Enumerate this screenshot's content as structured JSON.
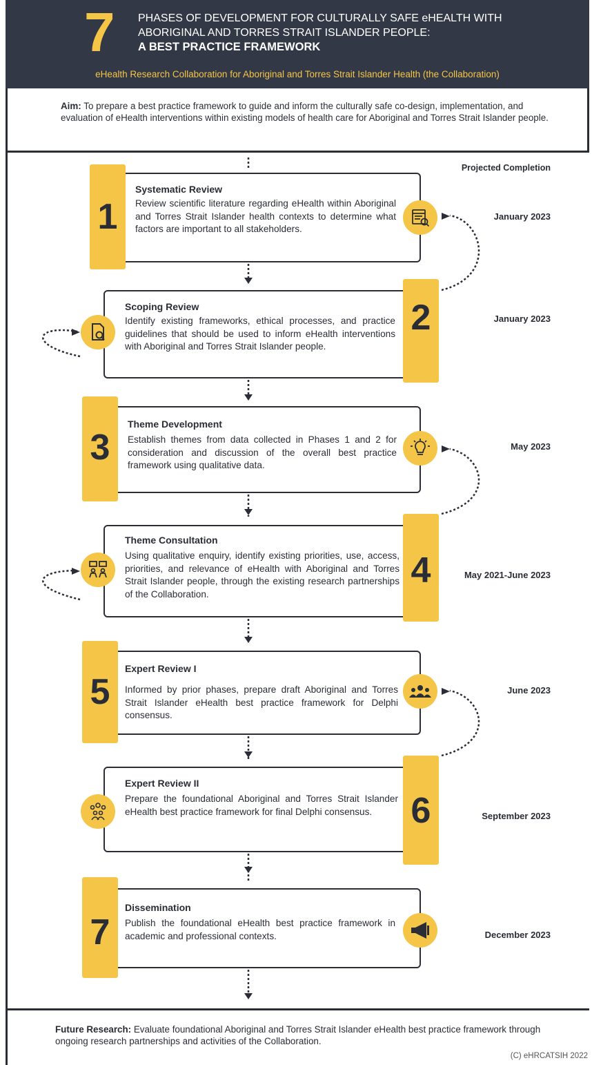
{
  "header": {
    "number": "7",
    "title_line1": "PHASES OF DEVELOPMENT FOR CULTURALLY SAFE eHEALTH WITH",
    "title_line2": "ABORIGINAL AND TORRES STRAIT ISLANDER PEOPLE:",
    "title_line3": "A BEST PRACTICE FRAMEWORK",
    "subtitle": "eHealth Research Collaboration for Aboriginal and Torres Strait Islander Health (the Collaboration)"
  },
  "aim": {
    "label": "Aim:",
    "text": " To prepare a best practice framework to guide and inform the culturally safe co-design, implementation, and evaluation of eHealth interventions within existing models of health care for Aboriginal and Torres Strait Islander people."
  },
  "projected_heading": "Projected Completion",
  "phases": [
    {
      "number": "1",
      "title": "Systematic Review",
      "description": "Review scientific literature regarding eHealth within Aboriginal and Torres Strait Islander health contexts to determine what factors are important to all stakeholders.",
      "date": "January 2023",
      "icon": "document-search-icon"
    },
    {
      "number": "2",
      "title": "Scoping Review",
      "description": "Identify existing frameworks, ethical processes, and practice guidelines that should be used to inform eHealth interventions with Aboriginal and Torres Strait Islander people.",
      "date": "January 2023",
      "icon": "file-search-icon"
    },
    {
      "number": "3",
      "title": "Theme Development",
      "description": "Establish themes from data collected in Phases 1 and 2 for consideration and discussion of the overall best practice framework using qualitative data.",
      "date": "May 2023",
      "icon": "lightbulb-icon"
    },
    {
      "number": "4",
      "title": "Theme Consultation",
      "description": "Using qualitative enquiry, identify existing priorities, use, access, priorities, and relevance of eHealth with Aboriginal and Torres Strait Islander people, through the existing research partnerships of the Collaboration.",
      "date": "May 2021-June 2023",
      "icon": "discussion-icon"
    },
    {
      "number": "5",
      "title": "Expert Review I",
      "description": "Informed by prior phases, prepare draft Aboriginal and Torres Strait Islander eHealth best practice framework for Delphi consensus.",
      "date": "June 2023",
      "icon": "group-icon"
    },
    {
      "number": "6",
      "title": "Expert Review II",
      "description": "Prepare the foundational Aboriginal and Torres Strait Islander eHealth best practice framework for final Delphi consensus.",
      "date": "September 2023",
      "icon": "team-icon"
    },
    {
      "number": "7",
      "title": "Dissemination",
      "description": "Publish the foundational eHealth best practice framework in academic and professional contexts.",
      "date": "December 2023",
      "icon": "megaphone-icon"
    }
  ],
  "future": {
    "label": "Future Research:",
    "text": " Evaluate foundational Aboriginal and Torres Strait Islander eHealth best practice framework through ongoing research partnerships and activities of the Collaboration."
  },
  "copyright": "(C) eHRCATSIH 2022",
  "colors": {
    "accent": "#f4c547",
    "dark": "#323846",
    "text": "#2a2d36"
  }
}
